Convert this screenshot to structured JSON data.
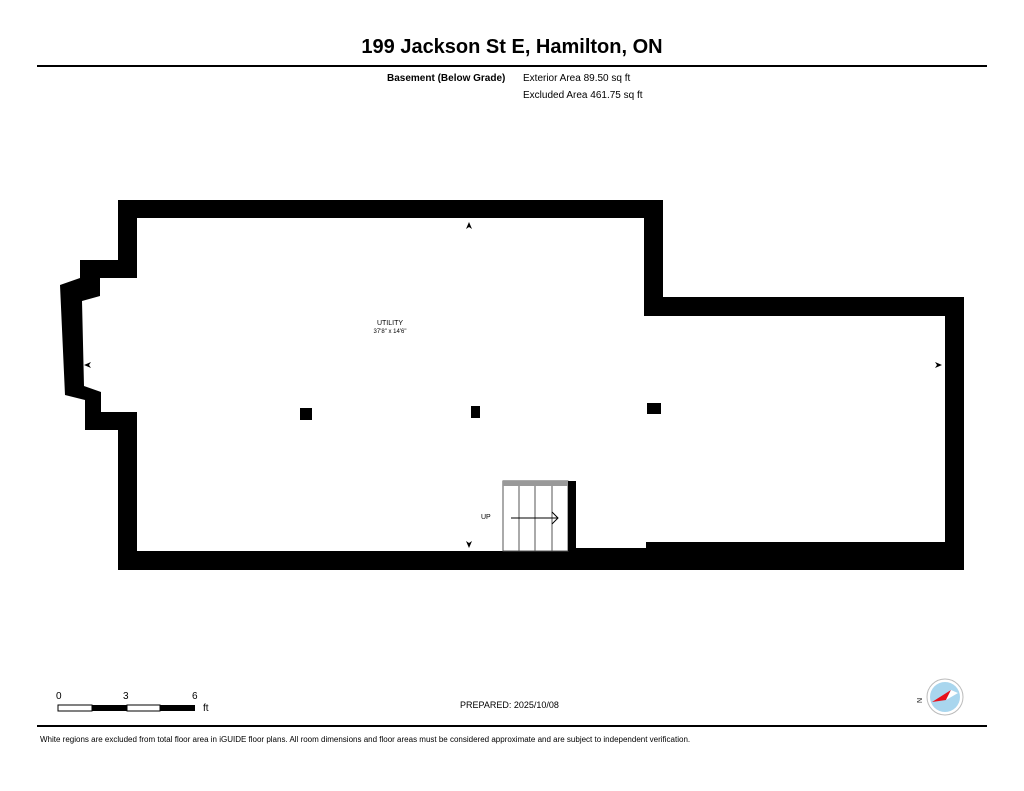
{
  "header": {
    "title": "199 Jackson St E, Hamilton, ON"
  },
  "floor": {
    "name": "Basement (Below Grade)",
    "exterior_area": "Exterior Area 89.50 sq ft",
    "excluded_area": "Excluded Area 461.75 sq ft"
  },
  "rooms": [
    {
      "name": "UTILITY",
      "dimensions": "37'8\" x 14'6\""
    }
  ],
  "stairs": {
    "label": "UP"
  },
  "scale": {
    "ticks": [
      "0",
      "3",
      "6"
    ],
    "unit": "ft"
  },
  "prepared": "PREPARED: 2025/10/08",
  "compass": {
    "label": "N",
    "needle_color": "#e8101a",
    "disc_color": "#a9d6ee"
  },
  "footer": {
    "disclaimer": "White regions are excluded from total floor area in iGUIDE floor plans. All room dimensions and floor areas must be considered approximate and are subject to independent verification."
  }
}
